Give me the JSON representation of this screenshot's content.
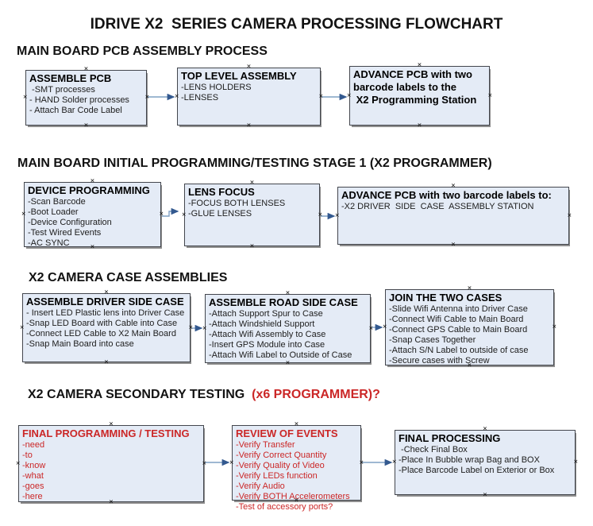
{
  "title": "IDRIVE X2  SERIES CAMERA PROCESSING FLOWCHART",
  "colors": {
    "box_fill": "#e4ebf6",
    "box_border": "#43464d",
    "box_shadow": "#8e8e8e",
    "arrow_line": "#7fa0c4",
    "arrow_head": "#33598f",
    "text_black": "#121212",
    "text_red": "#cb2727"
  },
  "icons": {
    "connection_point": "×",
    "arrow": "right-arrow"
  },
  "sections": [
    {
      "heading": "MAIN BOARD PCB ASSEMBLY PROCESS",
      "boxes": [
        {
          "title": "ASSEMBLE PCB",
          "items": [
            " -SMT processes",
            "- HAND Solder processes",
            "- Attach Bar Code Label"
          ]
        },
        {
          "title": "TOP LEVEL ASSEMBLY",
          "items": [
            "-LENS HOLDERS",
            "-LENSES"
          ]
        },
        {
          "title": "ADVANCE PCB with two\nbarcode labels to the\n X2 Programming Station",
          "items": []
        }
      ]
    },
    {
      "heading": "MAIN BOARD INITIAL PROGRAMMING/TESTING STAGE 1 (X2 PROGRAMMER)",
      "boxes": [
        {
          "title": "DEVICE PROGRAMMING",
          "items": [
            "-Scan Barcode",
            "-Boot Loader",
            "-Device Configuration",
            "-Test Wired Events",
            "-AC SYNC"
          ]
        },
        {
          "title": "LENS FOCUS",
          "items": [
            "-FOCUS BOTH LENSES",
            "-GLUE LENSES"
          ]
        },
        {
          "title": "ADVANCE PCB with two barcode labels to:",
          "items": [
            "-X2 DRIVER  SIDE  CASE  ASSEMBLY STATION"
          ]
        }
      ]
    },
    {
      "heading": "X2 CAMERA CASE ASSEMBLIES",
      "boxes": [
        {
          "title": "ASSEMBLE DRIVER SIDE CASE",
          "items": [
            "- Insert LED Plastic lens into Driver Case",
            "-Snap LED Board with Cable into Case",
            "-Connect LED Cable to X2 Main Board",
            "-Snap Main Board into case"
          ]
        },
        {
          "title": "ASSEMBLE ROAD SIDE CASE",
          "items": [
            "-Attach Support Spur to Case",
            "-Attach Windshield Support",
            "-Attach Wifi Assembly to Case",
            "-Insert GPS Module into Case",
            "-Attach Wifi Label to Outside of Case"
          ]
        },
        {
          "title": "JOIN THE TWO CASES",
          "items": [
            "-Slide Wifi Antenna into Driver Case",
            "-Connect Wifi Cable to Main Board",
            "-Connect GPS Cable to Main Board",
            "-Snap Cases Together",
            "-Attach S/N Label to outside of case",
            "-Secure cases with Screw"
          ]
        }
      ]
    },
    {
      "heading_black": "X2 CAMERA SECONDARY TESTING  ",
      "heading_red": "(x6 PROGRAMMER)?",
      "boxes": [
        {
          "title": "FINAL PROGRAMMING / TESTING",
          "items": [
            "-need",
            "-to",
            "-know",
            "-what",
            "-goes",
            "-here"
          ]
        },
        {
          "title": "REVIEW OF EVENTS",
          "items": [
            "-Verify Transfer",
            "-Verify Correct Quantity",
            "-Verify Quality of Video",
            "-Verify LEDs function",
            "-Verify Audio",
            "-Verify BOTH Accelerometers",
            "-Test of accessory ports?"
          ]
        },
        {
          "title": "FINAL PROCESSING",
          "items": [
            " -Check Final Box",
            "-Place In Bubble wrap Bag and BOX",
            "-Place Barcode Label on Exterior or Box"
          ]
        }
      ]
    }
  ]
}
